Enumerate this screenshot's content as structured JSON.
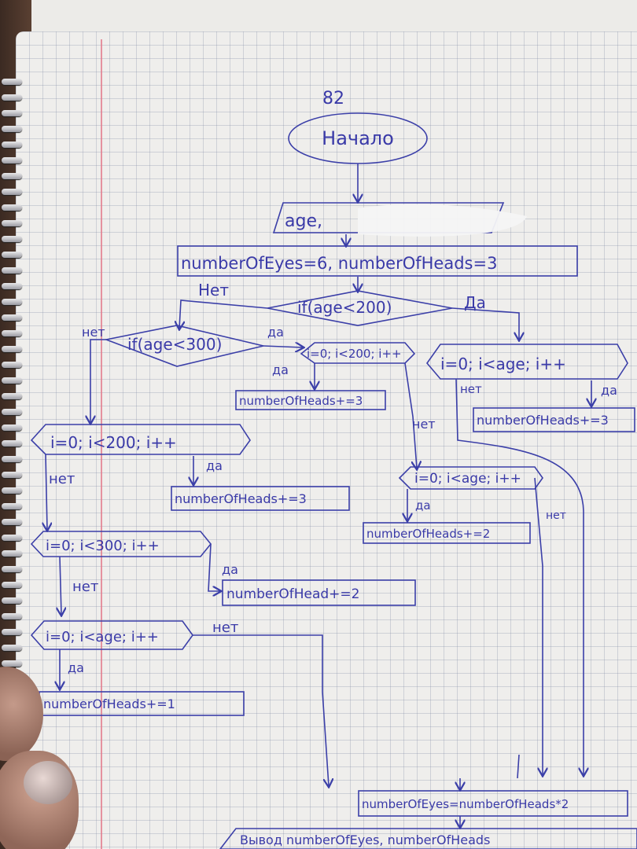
{
  "page_number": "82",
  "start": "Начало",
  "input_block": "age,",
  "init_block": "numberOfEyes=6, numberOfHeads=3",
  "decision_top": "if(age<200)",
  "decision_left": "if(age<300)",
  "loop_mid_top": "i=0; i<200; i++",
  "loop_right_top": "i=0; i<age; i++",
  "loop_left_1": "i=0; i<200; i++",
  "loop_mid_2": "i=0; i<age; i++",
  "loop_left_2": "i=0; i<300; i++",
  "loop_left_3": "i=0; i<age; i++",
  "action_mid_top": "numberOfHeads+=3",
  "action_right_top": "numberOfHeads+=3",
  "action_left_1": "numberOfHeads+=3",
  "action_mid_2": "numberOfHeads+=2",
  "action_left_2": "numberOfHead+=2",
  "action_left_3": "numberOfHeads+=1",
  "result_block": "numberOfEyes=numberOfHeads*2",
  "output_block": "Вывод numberOfEyes, numberOfHeads",
  "labels": {
    "no_top": "Нет",
    "yes_top": "Да",
    "no_left": "нет",
    "yes_left": "да",
    "yes_mid": "да",
    "no_mid": "нет",
    "no_right": "нет",
    "yes_right": "да",
    "no_loop1": "нет",
    "yes_loop1": "да",
    "yes_mid2": "да",
    "no_mid2": "нет",
    "no_loop2": "нет",
    "yes_loop2": "да",
    "no_loop3": "нет",
    "yes_loop3": "да"
  },
  "ink_color": "#3b3fa8"
}
